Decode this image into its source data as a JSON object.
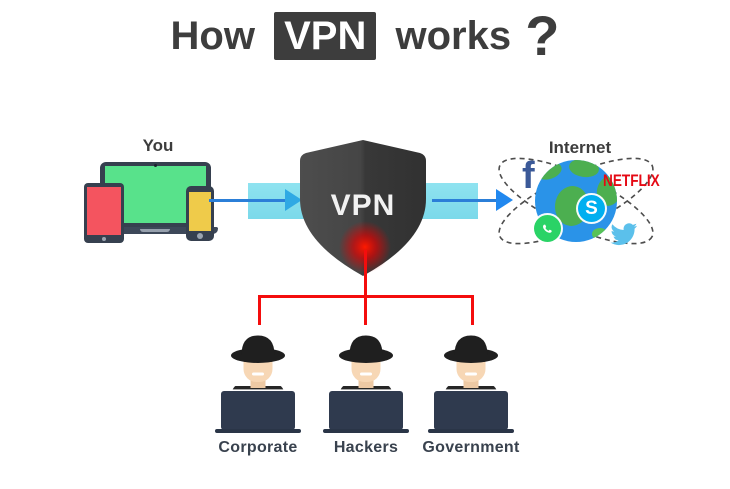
{
  "title": {
    "prefix": "How",
    "highlight": "VPN",
    "suffix": "works",
    "question": "?"
  },
  "you": {
    "label": "You"
  },
  "internet": {
    "label": "Internet"
  },
  "shield": {
    "label": "VPN"
  },
  "services": {
    "facebook_glyph": "f",
    "netflix_text": "NETFLIX",
    "skype_glyph": "S"
  },
  "threats": {
    "items": [
      {
        "label": "Corporate"
      },
      {
        "label": "Hackers"
      },
      {
        "label": "Government"
      }
    ]
  },
  "colors": {
    "text_dark": "#3d3d3d",
    "vpn_box_bg": "#3d3d3d",
    "shield_left": "#4a4a4a",
    "shield_right": "#343434",
    "danger_red": "#f40d0d",
    "band_cyan": "#7edcec",
    "arrow_blue": "#2b7fd8",
    "arrowhead_left": "#2fa9e4",
    "arrowhead_right": "#2188ef",
    "laptop_screen_green": "#58e28b",
    "tablet_screen_red": "#f4545f",
    "phone_screen_yellow": "#efcb4a",
    "device_bezel_navy": "#36404f",
    "globe_ocean_blue": "#2a93e8",
    "globe_land_green": "#4caf50",
    "facebook_blue": "#3b5998",
    "netflix_red": "#e50914",
    "skype_blue": "#00aff0",
    "whatsapp_green": "#2ad366",
    "twitter_blue": "#5bc0eb",
    "label_slate": "#39424e"
  }
}
